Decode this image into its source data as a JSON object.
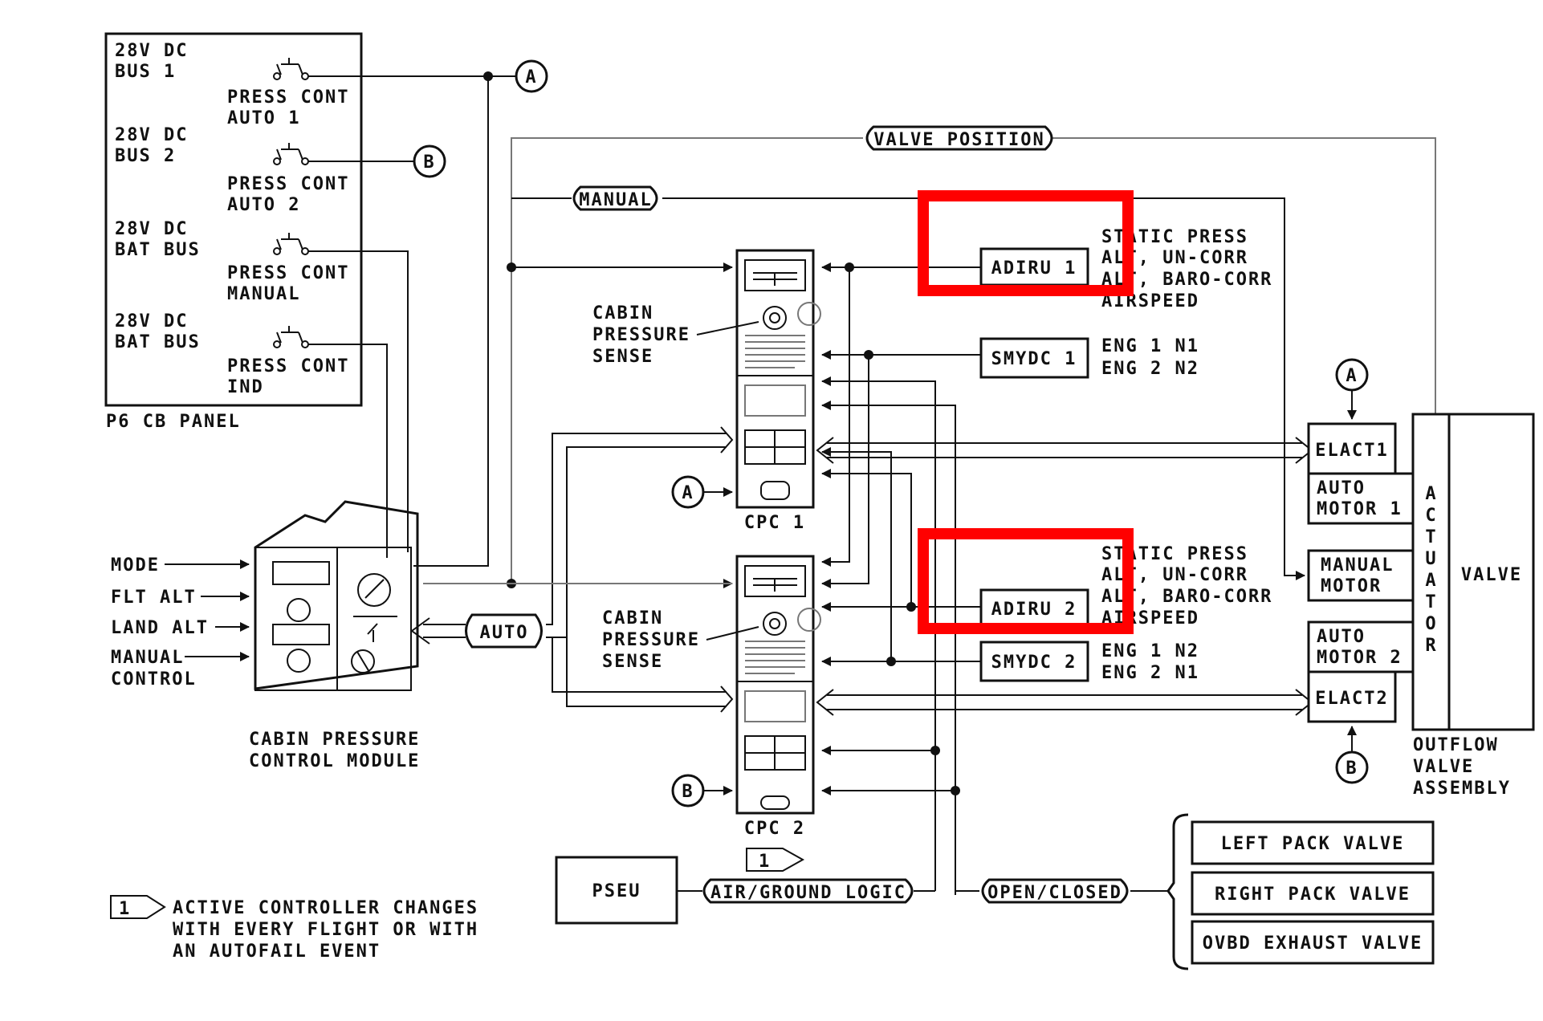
{
  "cb_panel": {
    "bus1": [
      "28V DC",
      "BUS 1"
    ],
    "auto1": [
      "PRESS CONT",
      "AUTO 1"
    ],
    "bus2": [
      "28V DC",
      "BUS 2"
    ],
    "auto2": [
      "PRESS CONT",
      "AUTO 2"
    ],
    "bat_bus_a": [
      "28V DC",
      "BAT BUS"
    ],
    "manual": [
      "PRESS CONT",
      "MANUAL"
    ],
    "bat_bus_b": [
      "28V DC",
      "BAT BUS"
    ],
    "ind": [
      "PRESS CONT",
      "IND"
    ],
    "panel_label": "P6 CB PANEL"
  },
  "connectors": {
    "a": "A",
    "b": "B"
  },
  "signals": {
    "valve_position": "VALVE POSITION",
    "manual": "MANUAL",
    "auto": "AUTO",
    "air_ground": "AIR/GROUND LOGIC",
    "open_closed": "OPEN/CLOSED"
  },
  "module": {
    "inputs": [
      "MODE",
      "FLT ALT",
      "LAND ALT",
      "MANUAL",
      "CONTROL"
    ],
    "label": [
      "CABIN PRESSURE",
      "CONTROL MODULE"
    ]
  },
  "cpc": {
    "cpc1": "CPC 1",
    "cpc2": "CPC 2",
    "sense": [
      "CABIN",
      "PRESSURE",
      "SENSE"
    ]
  },
  "adiru1": {
    "label": "ADIRU 1",
    "outputs": [
      "STATIC PRESS",
      "ALT, UN-CORR",
      "ALT, BARO-CORR",
      "AIRSPEED"
    ]
  },
  "adiru2": {
    "label": "ADIRU 2",
    "outputs": [
      "STATIC PRESS",
      "ALT, UN-CORR",
      "ALT, BARO-CORR",
      "AIRSPEED"
    ]
  },
  "smydc1": {
    "label": "SMYDC 1",
    "outputs": [
      "ENG 1 N1",
      "ENG 2 N2"
    ]
  },
  "smydc2": {
    "label": "SMYDC 2",
    "outputs": [
      "ENG 1 N2",
      "ENG 2 N1"
    ]
  },
  "outflow": {
    "elact1": "ELACT1",
    "auto_motor1": [
      "AUTO",
      "MOTOR 1"
    ],
    "manual_motor": [
      "MANUAL",
      "MOTOR"
    ],
    "auto_motor2": [
      "AUTO",
      "MOTOR 2"
    ],
    "elact2": "ELACT2",
    "actuator": "ACTUATOR",
    "valve": "VALVE",
    "label": [
      "OUTFLOW",
      "VALVE",
      "ASSEMBLY"
    ]
  },
  "pseu": "PSEU",
  "pack_valves": [
    "LEFT PACK VALVE",
    "RIGHT PACK VALVE",
    "OVBD EXHAUST VALVE"
  ],
  "note": {
    "number": "1",
    "lines": [
      "ACTIVE CONTROLLER CHANGES",
      "WITH EVERY FLIGHT OR WITH",
      "AN AUTOFAIL EVENT"
    ]
  },
  "highlight_color": "#ff0000"
}
